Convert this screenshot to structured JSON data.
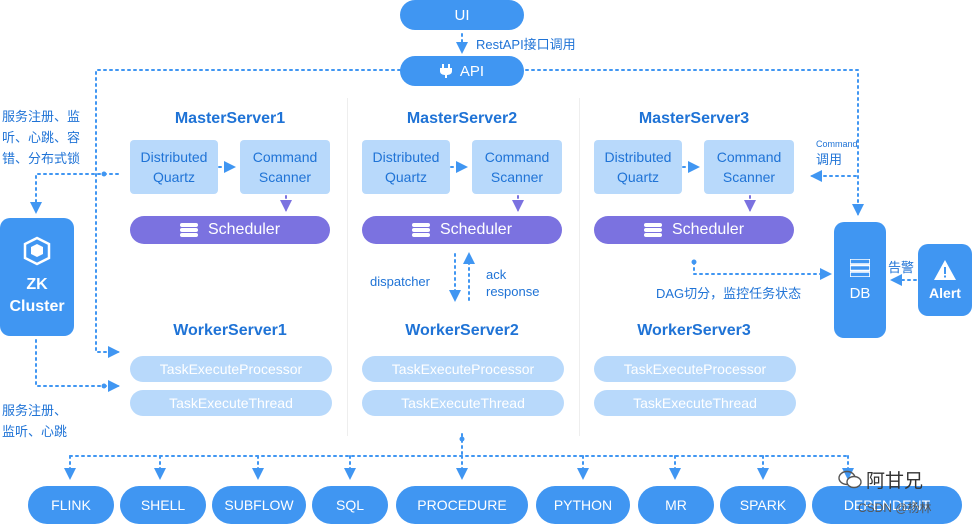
{
  "top": {
    "ui_label": "UI",
    "rest_label": "RestAPI接口调用",
    "api_label": "API"
  },
  "left_notes": {
    "master_note": "服务注册、监\n听、心跳、容\n错、分布式锁",
    "worker_note": "服务注册、\n监听、心跳"
  },
  "zk": {
    "label": "ZK\nCluster",
    "icon": "cube-icon"
  },
  "masters": [
    {
      "title": "MasterServer1",
      "quartz": "Distributed\nQuartz",
      "scanner": "Command\nScanner",
      "scheduler": "Scheduler"
    },
    {
      "title": "MasterServer2",
      "quartz": "Distributed\nQuartz",
      "scanner": "Command\nScanner",
      "scheduler": "Scheduler"
    },
    {
      "title": "MasterServer3",
      "quartz": "Distributed\nQuartz",
      "scanner": "Command\nScanner",
      "scheduler": "Scheduler"
    }
  ],
  "dispatch": {
    "dispatcher": "dispatcher",
    "ack": "ack\nresponse"
  },
  "workers": [
    {
      "title": "WorkerServer1",
      "processor": "TaskExecuteProcessor",
      "thread": "TaskExecuteThread"
    },
    {
      "title": "WorkerServer2",
      "processor": "TaskExecuteProcessor",
      "thread": "TaskExecuteThread"
    },
    {
      "title": "WorkerServer3",
      "processor": "TaskExecuteProcessor",
      "thread": "TaskExecuteThread"
    }
  ],
  "right": {
    "command_small": "Command",
    "command_call": "调用",
    "db_label": "DB",
    "alarm_label": "告警",
    "alert_label": "Alert",
    "dag_label": "DAG切分，监控任务状态"
  },
  "tasks": [
    "FLINK",
    "SHELL",
    "SUBFLOW",
    "SQL",
    "PROCEDURE",
    "PYTHON",
    "MR",
    "SPARK",
    "DEPENDENT"
  ],
  "watermark": {
    "brand": "阿甘兄",
    "credit": "CSDN @杨林"
  },
  "colors": {
    "primary": "#4096f2",
    "light": "#b8d9fb",
    "scheduler": "#7b72e0",
    "text": "#1f73d6"
  }
}
